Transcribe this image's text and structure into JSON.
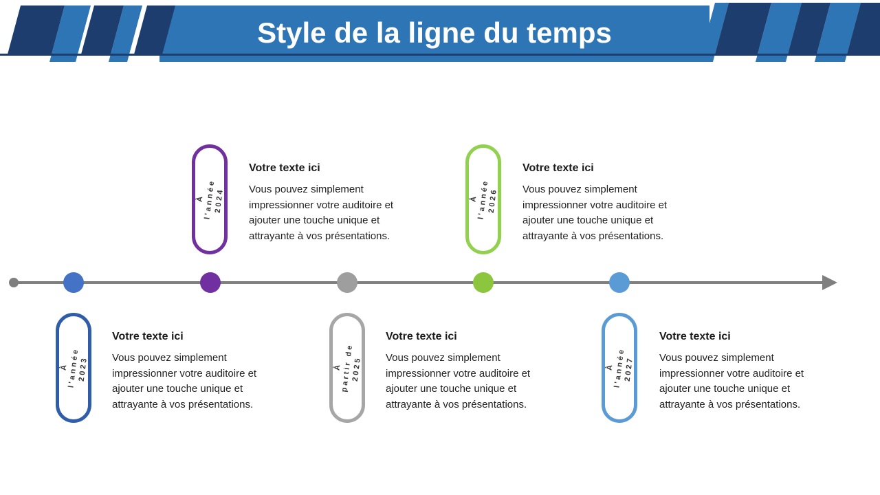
{
  "title": "Style de la ligne du temps",
  "colors": {
    "band-blue": "#2E75B6",
    "dark-navy": "#1C3D6D",
    "line-gray": "#7F7F7F",
    "text-dark": "#212121",
    "capsule-text": "#333333"
  },
  "milestones": [
    {
      "year": "2023",
      "position": "below",
      "accent": "#2F5DA9",
      "dot": "#4472C4",
      "capsule_lines": [
        "À",
        "l'année",
        "2023"
      ],
      "heading": "Votre texte ici",
      "body_lines": [
        "Vous pouvez simplement",
        "impressionner votre auditoire et",
        "ajouter une touche unique et",
        "attrayante à vos présentations."
      ]
    },
    {
      "year": "2024",
      "position": "above",
      "accent": "#7030A0",
      "dot": "#7030A0",
      "capsule_lines": [
        "À",
        "l'année",
        "2024"
      ],
      "heading": "Votre texte ici",
      "body_lines": [
        "Vous pouvez simplement",
        "impressionner votre auditoire et",
        "ajouter une touche unique et",
        "attrayante à vos présentations."
      ]
    },
    {
      "year": "2025",
      "position": "below",
      "accent": "#A6A6A6",
      "dot": "#9E9E9E",
      "capsule_lines": [
        "À",
        "partir de",
        "2025"
      ],
      "heading": "Votre texte ici",
      "body_lines": [
        "Vous pouvez simplement",
        "impressionner votre auditoire et",
        "ajouter une touche unique et",
        "attrayante à vos présentations."
      ]
    },
    {
      "year": "2026",
      "position": "above",
      "accent": "#92D050",
      "dot": "#8CC63F",
      "capsule_lines": [
        "À",
        "l'année",
        "2026"
      ],
      "heading": "Votre texte ici",
      "body_lines": [
        "Vous pouvez simplement",
        "impressionner votre auditoire et",
        "ajouter une touche unique et",
        "attrayante à vos présentations."
      ]
    },
    {
      "year": "2027",
      "position": "below",
      "accent": "#5B9BD5",
      "dot": "#5B9BD5",
      "capsule_lines": [
        "À",
        "l'année",
        "2027"
      ],
      "heading": "Votre texte ici",
      "body_lines": [
        "Vous pouvez simplement",
        "impressionner votre auditoire et",
        "ajouter une touche unique et",
        "attrayante à vos présentations."
      ]
    }
  ]
}
